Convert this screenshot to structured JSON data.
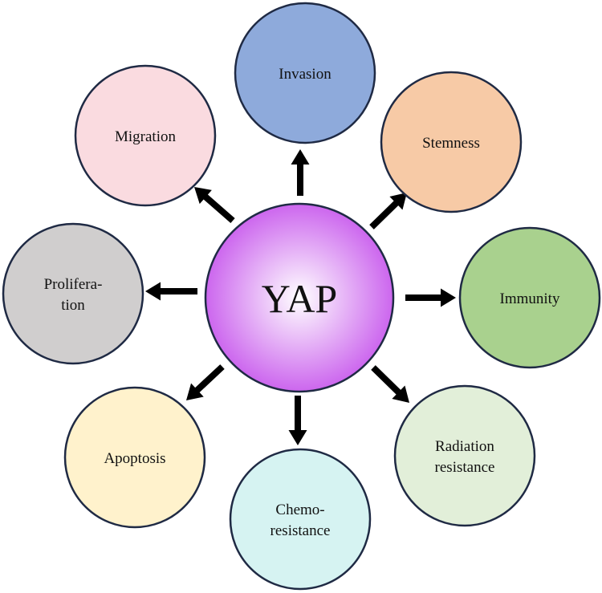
{
  "center": {
    "label": "YAP",
    "color_inner": "#ffffff",
    "color_outer": "#cc66ee"
  },
  "border_color": "#1f2a44",
  "arrow_color": "#000000",
  "nodes": [
    {
      "id": "invasion",
      "lines": [
        "Invasion"
      ],
      "color": "#8eaadb"
    },
    {
      "id": "stemness",
      "lines": [
        "Stemness"
      ],
      "color": "#f7caa6"
    },
    {
      "id": "immunity",
      "lines": [
        "Immunity"
      ],
      "color": "#a9d18e"
    },
    {
      "id": "radiation-resistance",
      "lines": [
        "Radiation",
        "resistance"
      ],
      "color": "#e2efd9"
    },
    {
      "id": "chemo-resistance",
      "lines": [
        "Chemo-",
        "resistance"
      ],
      "color": "#d6f3f2"
    },
    {
      "id": "apoptosis",
      "lines": [
        "Apoptosis"
      ],
      "color": "#fff2cc"
    },
    {
      "id": "proliferation",
      "lines": [
        "Prolifera-",
        "tion"
      ],
      "color": "#d0cece"
    },
    {
      "id": "migration",
      "lines": [
        "Migration"
      ],
      "color": "#fadbe0"
    }
  ]
}
